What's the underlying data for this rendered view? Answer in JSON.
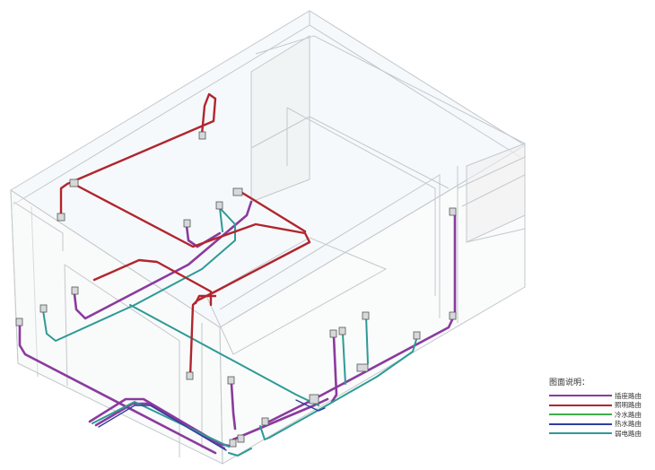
{
  "legend": {
    "title": "图面说明：",
    "items": [
      {
        "label": "插座路由",
        "color": "#8a3a9e"
      },
      {
        "label": "照明路由",
        "color": "#b0262e"
      },
      {
        "label": "冷水路由",
        "color": "#3fae49"
      },
      {
        "label": "热水路由",
        "color": "#2f3f9e"
      },
      {
        "label": "弱电路由",
        "color": "#2e9a96"
      }
    ]
  },
  "colors": {
    "wall_stroke": "#c4c8cc",
    "wall_fill": "#f2f3f4",
    "floor_fill": "#f6f9fb",
    "box_fill": "#d6d8da",
    "box_stroke": "#555555"
  }
}
